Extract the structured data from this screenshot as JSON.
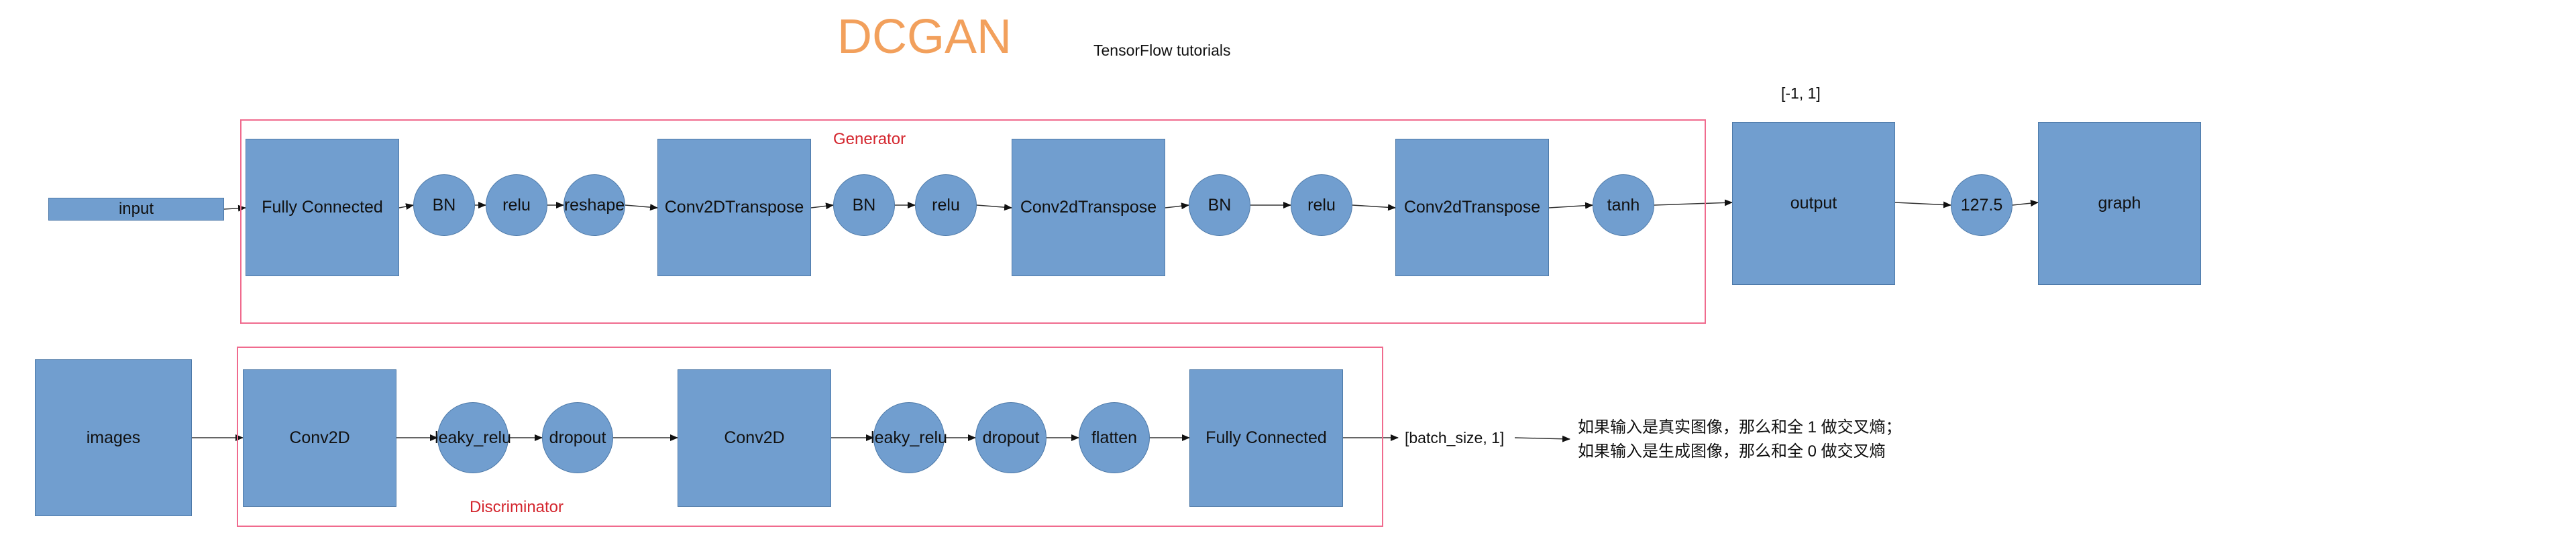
{
  "title": "DCGAN",
  "subtitle": "TensorFlow tutorials",
  "range_label": "[-1, 1]",
  "generator": {
    "label": "Generator",
    "input": "input",
    "nodes": [
      "Fully Connected",
      "BN",
      "relu",
      "reshape",
      "Conv2DTranspose",
      "BN",
      "relu",
      "Conv2dTranspose",
      "BN",
      "relu",
      "Conv2dTranspose",
      "tanh"
    ]
  },
  "post": {
    "output": "output",
    "scale": "127.5",
    "graph": "graph"
  },
  "discriminator": {
    "label": "Discriminator",
    "input": "images",
    "nodes": [
      "Conv2D",
      "leaky_relu",
      "dropout",
      "Conv2D",
      "leaky_relu",
      "dropout",
      "flatten",
      "Fully Connected"
    ],
    "output": "[batch_size, 1]"
  },
  "note": {
    "line1": "如果输入是真实图像，那么和全 1 做交叉熵；",
    "line2": "如果输入是生成图像，那么和全 0 做交叉熵"
  },
  "colors": {
    "node_fill": "#719ecf",
    "group_border": "#f06b8e",
    "title": "#f2a05c",
    "group_label": "#d4262e"
  }
}
